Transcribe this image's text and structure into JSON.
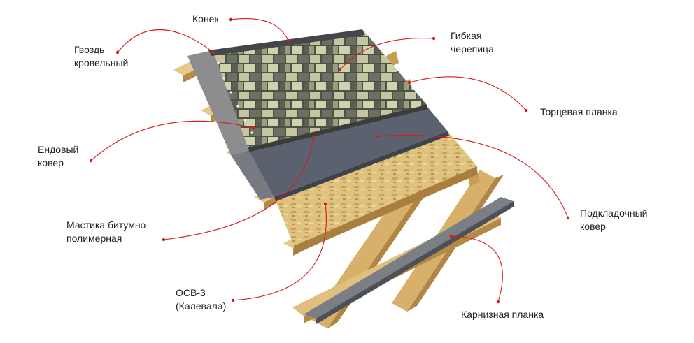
{
  "colors": {
    "leader": "#d81a1a",
    "wood_light": "#e7c98a",
    "wood_dark": "#b78a46",
    "osb": "#ddbf78",
    "underlay": "#5c6170",
    "shingle_dark": "#4c5248",
    "shingle_light": "#c7c9a3",
    "valley_carpet": "#8d8d90",
    "eave_strip": "#6d7278"
  },
  "labels": {
    "konek": "Конек",
    "gvozd": [
      "Гвоздь",
      "кровельный"
    ],
    "gibkaya": [
      "Гибкая",
      "черепица"
    ],
    "torcevaya": "Торцевая планка",
    "endovy": [
      "Ендовый",
      "ковер"
    ],
    "podkladochny": [
      "Подкладочный",
      "ковер"
    ],
    "mastika": [
      "Мастика битумно-",
      "полимерная"
    ],
    "osb": [
      "ОСВ-3",
      "(Калевала)"
    ],
    "karniznaya": "Карнизная планка"
  }
}
